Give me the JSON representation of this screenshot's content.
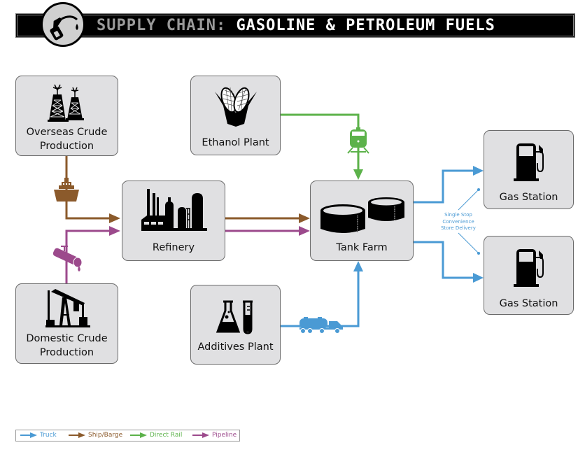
{
  "header": {
    "title_lead": "SUPPLY CHAIN:",
    "title_main": "GASOLINE & PETROLEUM FUELS",
    "logo_icon": "fuel-nozzle-icon"
  },
  "colors": {
    "truck": "#4a9ad4",
    "ship_barge": "#8b5a2b",
    "direct_rail": "#5cb24a",
    "pipeline": "#9c4a8c",
    "node_fill": "#e0e0e2",
    "node_border": "#6b6b6b"
  },
  "nodes": {
    "overseas": {
      "label_line1": "Overseas Crude",
      "label_line2": "Production",
      "icon": "oil-derrick-icon"
    },
    "domestic": {
      "label_line1": "Domestic Crude",
      "label_line2": "Production",
      "icon": "pumpjack-icon"
    },
    "refinery": {
      "label": "Refinery",
      "icon": "refinery-icon"
    },
    "ethanol": {
      "label": "Ethanol Plant",
      "icon": "corn-icon"
    },
    "additives": {
      "label": "Additives Plant",
      "icon": "lab-flask-icon"
    },
    "tankfarm": {
      "label": "Tank Farm",
      "icon": "storage-tank-icon"
    },
    "gas1": {
      "label": "Gas Station",
      "icon": "fuel-pump-icon"
    },
    "gas2": {
      "label": "Gas Station",
      "icon": "fuel-pump-icon"
    }
  },
  "connections": [
    {
      "from": "Overseas Crude Production",
      "to": "Refinery",
      "mode": "Ship/Barge",
      "vehicle_icon": "ship-icon"
    },
    {
      "from": "Domestic Crude Production",
      "to": "Refinery",
      "mode": "Pipeline",
      "vehicle_icon": "pipeline-icon"
    },
    {
      "from": "Refinery",
      "to": "Tank Farm",
      "mode": "Ship/Barge"
    },
    {
      "from": "Refinery",
      "to": "Tank Farm",
      "mode": "Pipeline"
    },
    {
      "from": "Ethanol Plant",
      "to": "Tank Farm",
      "mode": "Direct Rail",
      "vehicle_icon": "train-icon"
    },
    {
      "from": "Additives Plant",
      "to": "Tank Farm",
      "mode": "Truck",
      "vehicle_icon": "tanker-truck-icon"
    },
    {
      "from": "Tank Farm",
      "to": "Gas Station",
      "mode": "Truck"
    },
    {
      "from": "Tank Farm",
      "to": "Gas Station",
      "mode": "Truck"
    }
  ],
  "annotation": {
    "line1": "Single Stop",
    "line2": "Convenience",
    "line3": "Store Delivery"
  },
  "legend": [
    {
      "label": "Truck",
      "color": "#4a9ad4"
    },
    {
      "label": "Ship/Barge",
      "color": "#8b5a2b"
    },
    {
      "label": "Direct Rail",
      "color": "#5cb24a"
    },
    {
      "label": "Pipeline",
      "color": "#9c4a8c"
    }
  ]
}
